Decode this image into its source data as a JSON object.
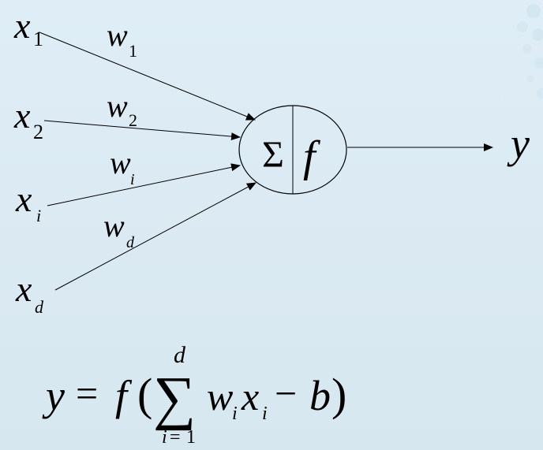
{
  "inputs": [
    {
      "var": "x",
      "sub": "1",
      "weight_var": "w",
      "weight_sub": "1"
    },
    {
      "var": "x",
      "sub": "2",
      "weight_var": "w",
      "weight_sub": "2"
    },
    {
      "var": "x",
      "sub": "i",
      "weight_var": "w",
      "weight_sub": "i"
    },
    {
      "var": "x",
      "sub": "d",
      "weight_var": "w",
      "weight_sub": "d"
    }
  ],
  "neuron": {
    "sum_symbol": "Σ",
    "activation_symbol": "f"
  },
  "output": {
    "label": "y"
  },
  "formula": {
    "lhs": "y",
    "equals": "=",
    "func": "f",
    "open_paren": "(",
    "sigma": "∑",
    "upper_limit": "d",
    "lower_limit_var": "i",
    "lower_limit_eq": "=",
    "lower_limit_val": "1",
    "term_w": "w",
    "term_w_sub": "i",
    "term_x": "x",
    "term_x_sub": "i",
    "minus": "−",
    "bias": "b",
    "close_paren": ")"
  },
  "colors": {
    "background": "#dcebf3",
    "ink": "#000000",
    "decoration": "#c9e3f0"
  }
}
